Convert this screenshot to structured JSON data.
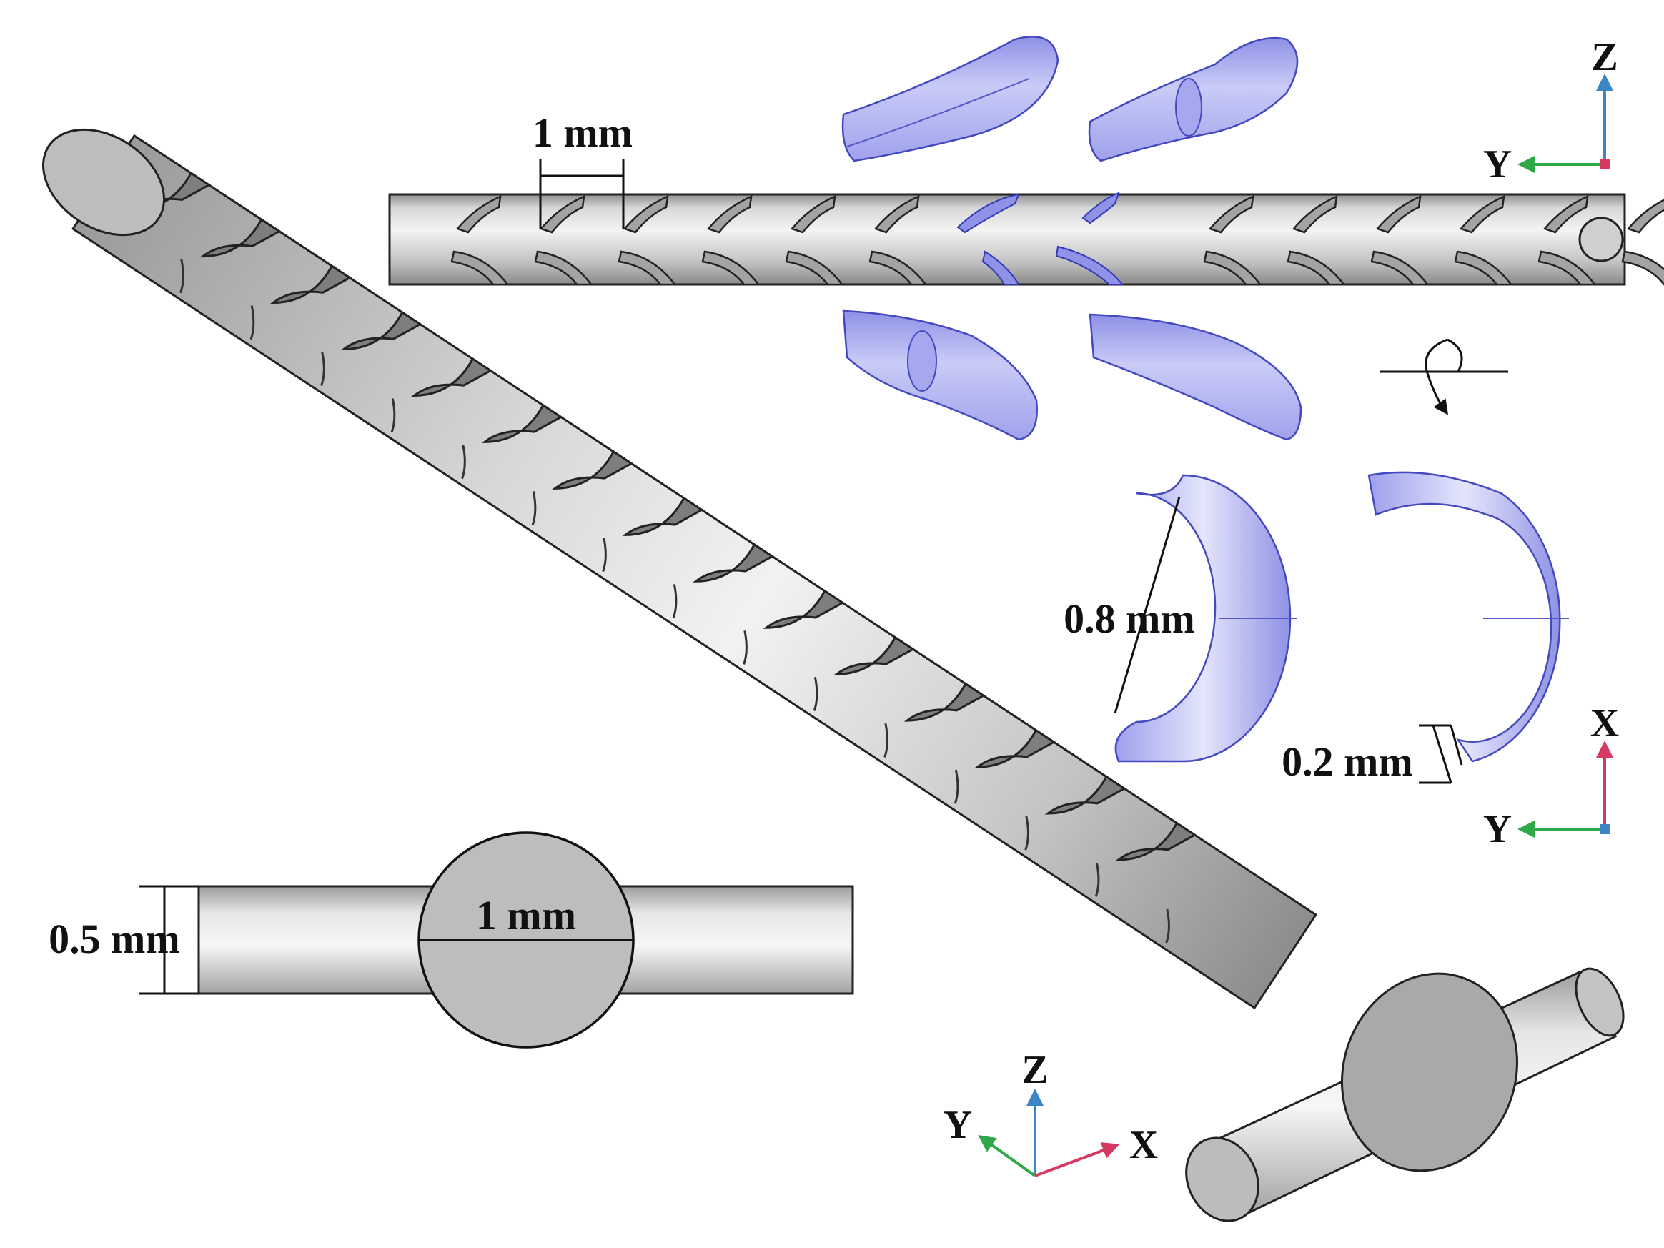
{
  "dimensions": {
    "slot_pitch": "1 mm",
    "arc_diameter": "0.8 mm",
    "slot_width": "0.2 mm",
    "pin_diameter": "0.5 mm",
    "rod_diameter": "1 mm"
  },
  "axes_top_view": {
    "vertical": "Z",
    "horizontal": "Y"
  },
  "axes_plan_view": {
    "vertical": "X",
    "horizontal": "Y"
  },
  "axes_isometric": {
    "vertical": "Z",
    "left": "Y",
    "right": "X"
  },
  "colors": {
    "rod_metal": "#c9c9c9",
    "cutter_part": "#a8abef",
    "axis_z": "#3d86c6",
    "axis_y": "#2fa84a",
    "axis_x": "#d63a62"
  },
  "icons": {
    "rotation": "rotation-arrow-icon"
  }
}
